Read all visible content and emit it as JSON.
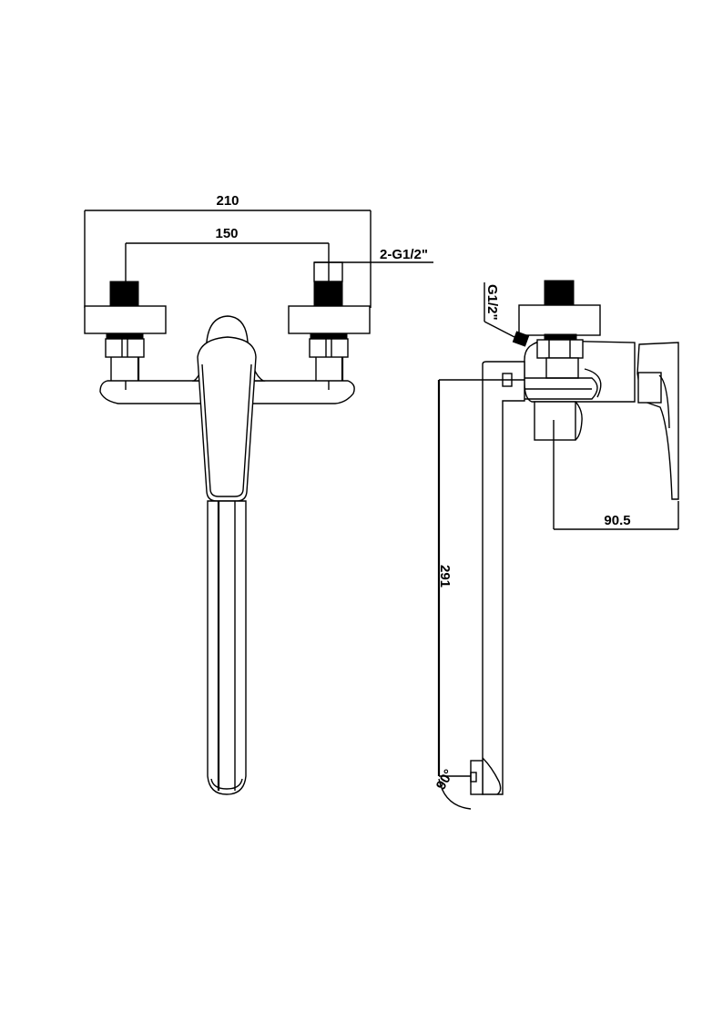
{
  "front_view": {
    "dim_overall_width": "210",
    "dim_inlet_spacing": "150",
    "inlet_thread": "2-G1/2\""
  },
  "side_view": {
    "inlet_thread": "G1/2\"",
    "dim_projection": "90.5",
    "dim_spout_length": "291",
    "swivel_angle": "90°"
  }
}
